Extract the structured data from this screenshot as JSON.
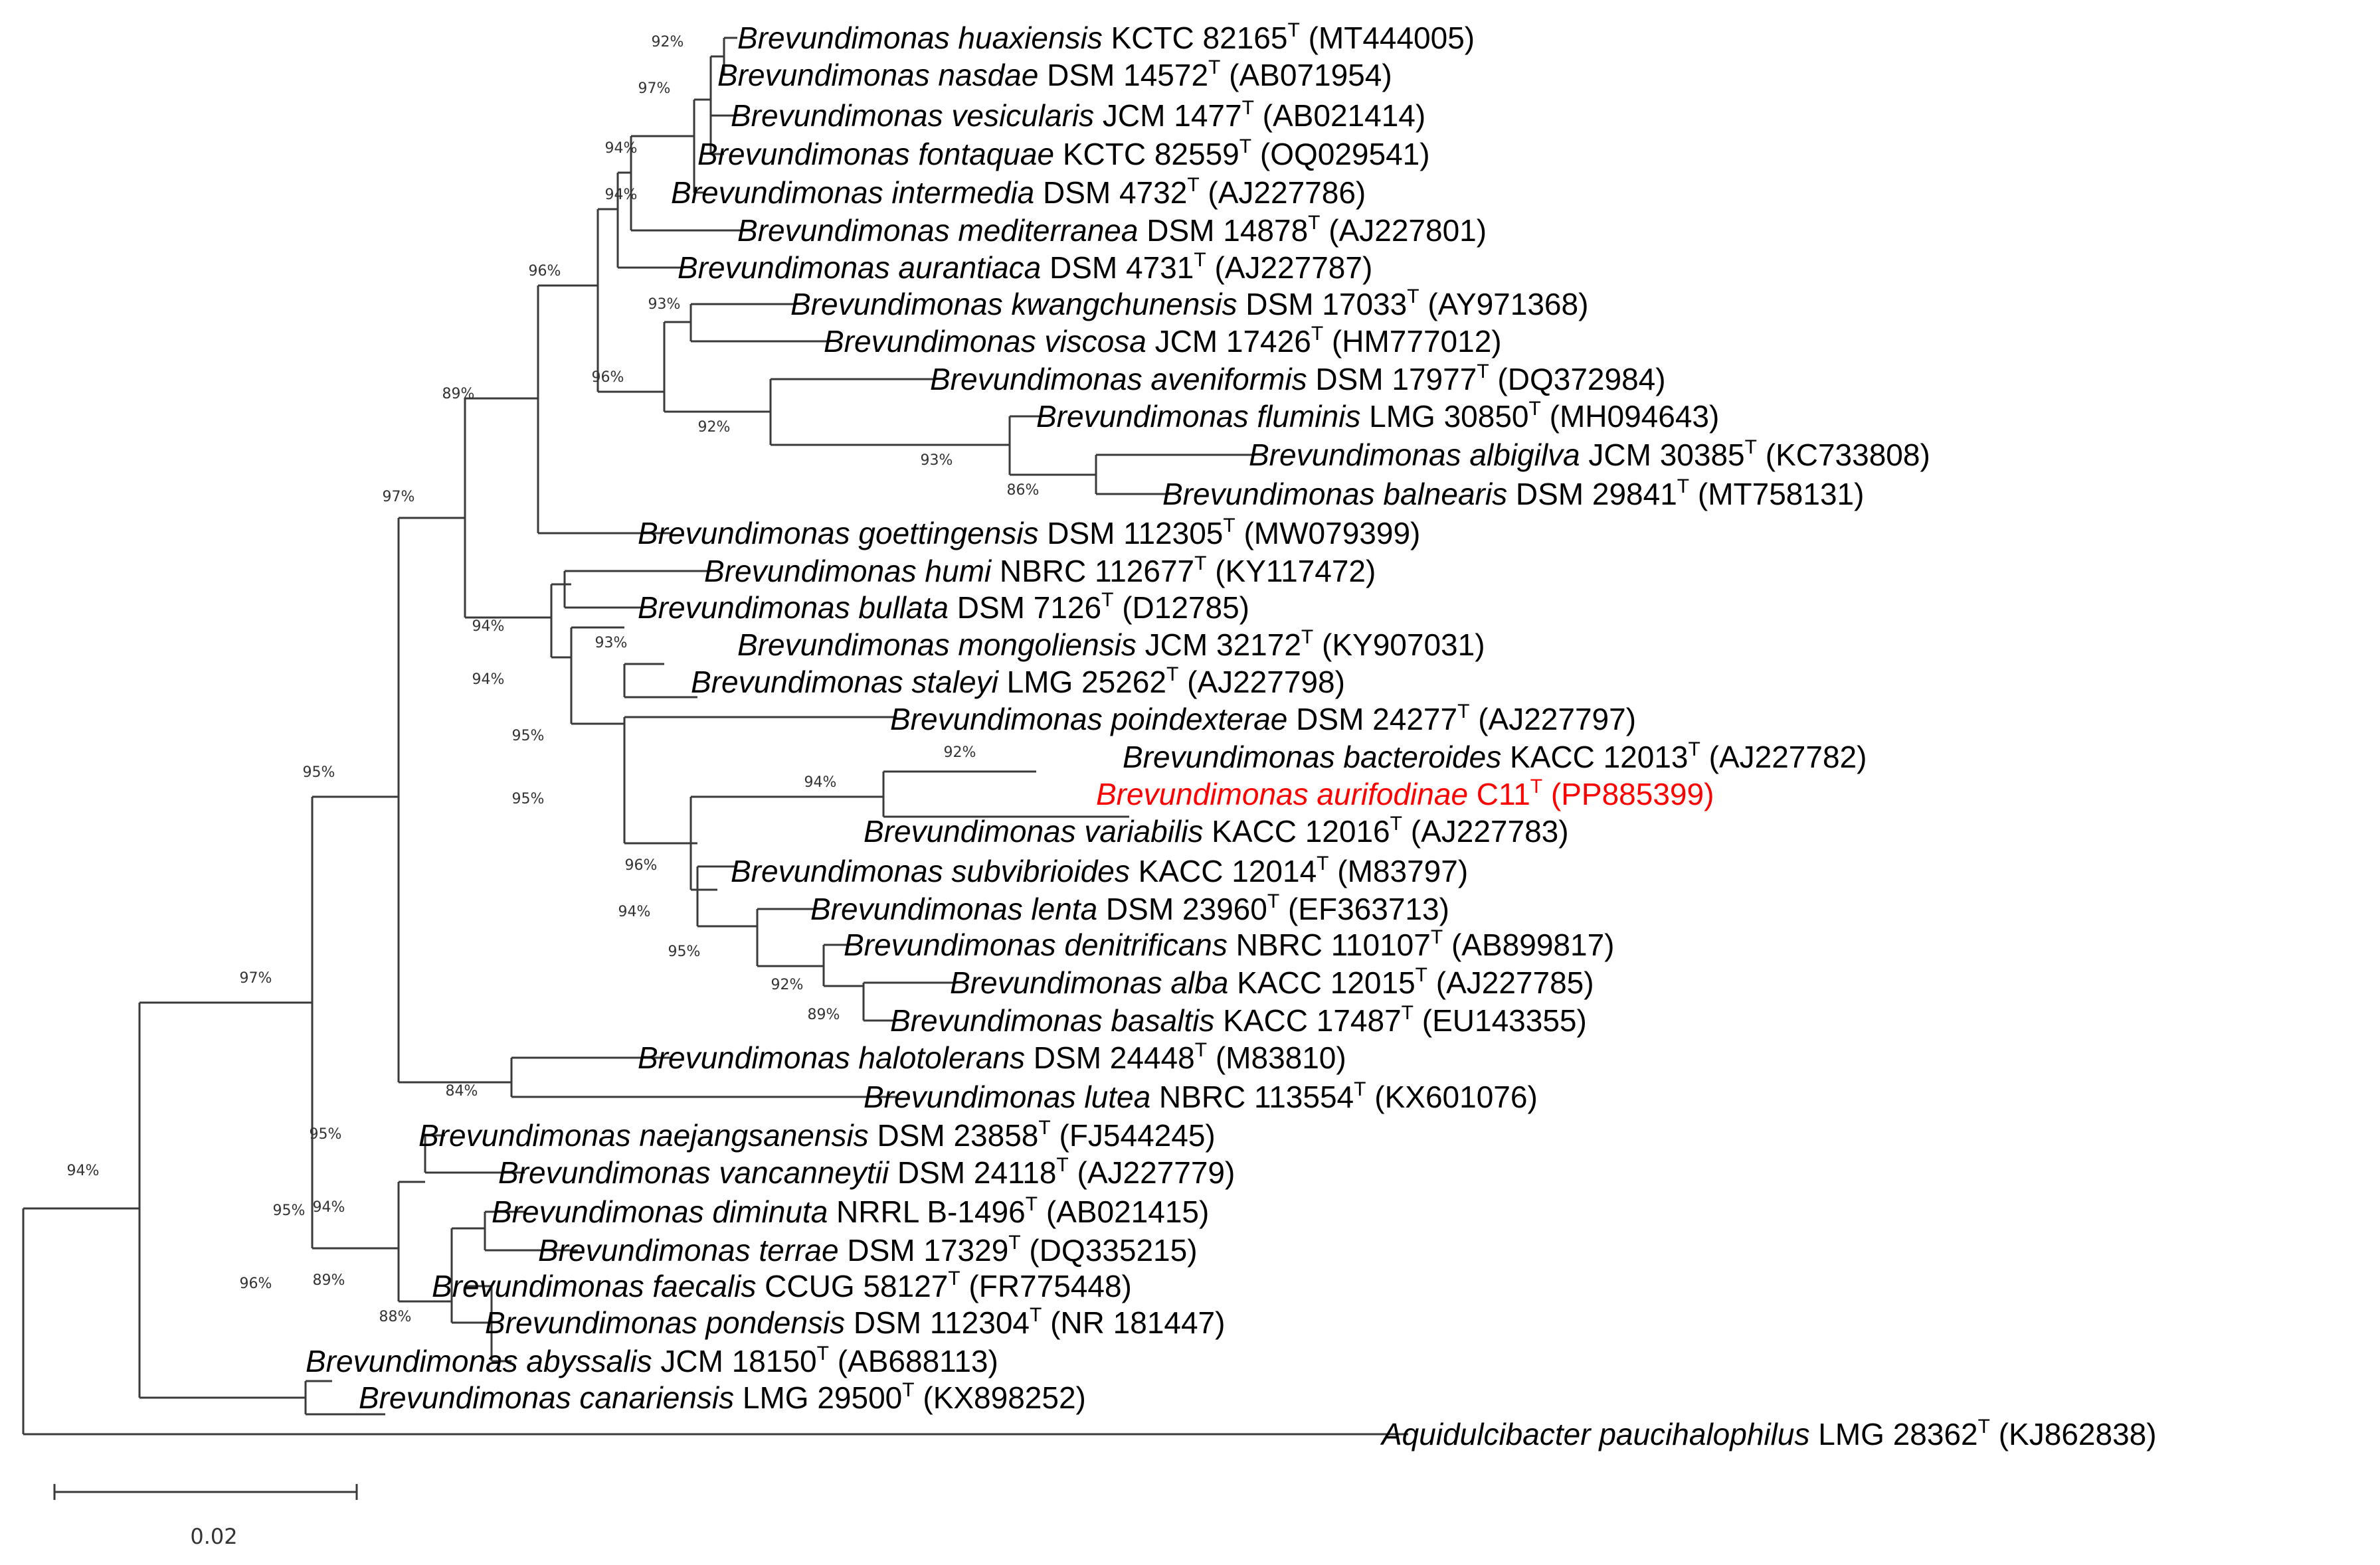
{
  "tree": {
    "taxa": [
      {
        "genus": "Brevundimonas",
        "species": "huaxiensis",
        "strain": "KCTC 82165",
        "type_mark": "T",
        "accession": "(MT444005)"
      },
      {
        "genus": "Brevundimonas",
        "species": "nasdae",
        "strain": "DSM 14572",
        "type_mark": "T",
        "accession": "(AB071954)"
      },
      {
        "genus": "Brevundimonas",
        "species": "vesicularis",
        "strain": "JCM 1477",
        "type_mark": "T",
        "accession": "(AB021414)"
      },
      {
        "genus": "Brevundimonas",
        "species": "fontaquae",
        "strain": "KCTC 82559",
        "type_mark": "T",
        "accession": "(OQ029541)"
      },
      {
        "genus": "Brevundimonas",
        "species": "intermedia",
        "strain": "DSM 4732",
        "type_mark": "T",
        "accession": "(AJ227786)"
      },
      {
        "genus": "Brevundimonas",
        "species": "mediterranea",
        "strain": "DSM 14878",
        "type_mark": "T",
        "accession": "(AJ227801)"
      },
      {
        "genus": "Brevundimonas",
        "species": "aurantiaca",
        "strain": "DSM 4731",
        "type_mark": "T",
        "accession": "(AJ227787)"
      },
      {
        "genus": "Brevundimonas",
        "species": "kwangchunensis",
        "strain": "DSM 17033",
        "type_mark": "T",
        "accession": "(AY971368)"
      },
      {
        "genus": "Brevundimonas",
        "species": "viscosa",
        "strain": "JCM 17426",
        "type_mark": "T",
        "accession": "(HM777012)"
      },
      {
        "genus": "Brevundimonas",
        "species": "aveniformis",
        "strain": "DSM 17977",
        "type_mark": "T",
        "accession": "(DQ372984)"
      },
      {
        "genus": "Brevundimonas",
        "species": "fluminis",
        "strain": "LMG 30850",
        "type_mark": "T",
        "accession": "(MH094643)"
      },
      {
        "genus": "Brevundimonas",
        "species": "albigilva",
        "strain": "JCM 30385",
        "type_mark": "T",
        "accession": "(KC733808)"
      },
      {
        "genus": "Brevundimonas",
        "species": "balnearis",
        "strain": "DSM 29841",
        "type_mark": "T",
        "accession": "(MT758131)"
      },
      {
        "genus": "Brevundimonas",
        "species": "goettingensis",
        "strain": "DSM 112305",
        "type_mark": "T",
        "accession": "(MW079399)"
      },
      {
        "genus": "Brevundimonas",
        "species": "humi",
        "strain": "NBRC 112677",
        "type_mark": "T",
        "accession": "(KY117472)"
      },
      {
        "genus": "Brevundimonas",
        "species": "bullata",
        "strain": "DSM 7126",
        "type_mark": "T",
        "accession": "(D12785)"
      },
      {
        "genus": "Brevundimonas",
        "species": "mongoliensis",
        "strain": "JCM 32172",
        "type_mark": "T",
        "accession": "(KY907031)"
      },
      {
        "genus": "Brevundimonas",
        "species": "staleyi",
        "strain": "LMG 25262",
        "type_mark": "T",
        "accession": "(AJ227798)"
      },
      {
        "genus": "Brevundimonas",
        "species": "poindexterae",
        "strain": "DSM 24277",
        "type_mark": "T",
        "accession": "(AJ227797)"
      },
      {
        "genus": "Brevundimonas",
        "species": "bacteroides",
        "strain": "KACC 12013",
        "type_mark": "T",
        "accession": "(AJ227782)"
      },
      {
        "genus": "Brevundimonas",
        "species": "aurifodinae",
        "strain": "C11",
        "type_mark": "T",
        "accession": "(PP885399)",
        "highlight": "#ff0000"
      },
      {
        "genus": "Brevundimonas",
        "species": "variabilis",
        "strain": "KACC 12016",
        "type_mark": "T",
        "accession": "(AJ227783)"
      },
      {
        "genus": "Brevundimonas",
        "species": "subvibrioides",
        "strain": "KACC 12014",
        "type_mark": "T",
        "accession": "(M83797)"
      },
      {
        "genus": "Brevundimonas",
        "species": "lenta",
        "strain": "DSM 23960",
        "type_mark": "T",
        "accession": "(EF363713)"
      },
      {
        "genus": "Brevundimonas",
        "species": "denitrificans",
        "strain": "NBRC 110107",
        "type_mark": "T",
        "accession": "(AB899817)"
      },
      {
        "genus": "Brevundimonas",
        "species": "alba",
        "strain": "KACC 12015",
        "type_mark": "T",
        "accession": "(AJ227785)"
      },
      {
        "genus": "Brevundimonas",
        "species": "basaltis",
        "strain": "KACC 17487",
        "type_mark": "T",
        "accession": "(EU143355)"
      },
      {
        "genus": "Brevundimonas",
        "species": "halotolerans",
        "strain": "DSM 24448",
        "type_mark": "T",
        "accession": "(M83810)"
      },
      {
        "genus": "Brevundimonas",
        "species": "lutea",
        "strain": "NBRC 113554",
        "type_mark": "T",
        "accession": "(KX601076)"
      },
      {
        "genus": "Brevundimonas",
        "species": "naejangsanensis",
        "strain": "DSM 23858",
        "type_mark": "T",
        "accession": "(FJ544245)"
      },
      {
        "genus": "Brevundimonas",
        "species": "vancanneytii",
        "strain": "DSM 24118",
        "type_mark": "T",
        "accession": "(AJ227779)"
      },
      {
        "genus": "Brevundimonas",
        "species": "diminuta",
        "strain": "NRRL B-1496",
        "type_mark": "T",
        "accession": "(AB021415)"
      },
      {
        "genus": "Brevundimonas",
        "species": "terrae",
        "strain": "DSM 17329",
        "type_mark": "T",
        "accession": "(DQ335215)"
      },
      {
        "genus": "Brevundimonas",
        "species": "faecalis",
        "strain": "CCUG 58127",
        "type_mark": "T",
        "accession": "(FR775448)"
      },
      {
        "genus": "Brevundimonas",
        "species": "pondensis",
        "strain": "DSM 112304",
        "type_mark": "T",
        "accession": "(NR 181447)"
      },
      {
        "genus": "Brevundimonas",
        "species": "abyssalis",
        "strain": "JCM 18150",
        "type_mark": "T",
        "accession": "(AB688113)"
      },
      {
        "genus": "Brevundimonas",
        "species": "canariensis",
        "strain": "LMG 29500",
        "type_mark": "T",
        "accession": "(KX898252)"
      },
      {
        "genus": "Aquidulcibacter",
        "species": "paucihalophilus",
        "strain": "LMG 28362",
        "type_mark": "T",
        "accession": "(KJ862838)"
      }
    ],
    "bootstrap_values": [
      "92%",
      "97%",
      "94%",
      "94%",
      "96%",
      "93%",
      "96%",
      "92%",
      "93%",
      "86%",
      "89%",
      "97%",
      "94%",
      "94%",
      "93%",
      "95%",
      "95%",
      "92%",
      "94%",
      "96%",
      "94%",
      "95%",
      "92%",
      "89%",
      "95%",
      "97%",
      "84%",
      "95%",
      "95%",
      "94%",
      "89%",
      "88%",
      "96%",
      "94%"
    ],
    "scale_bar": {
      "label": "0.02"
    },
    "colors": {
      "line": "#3a3a3a",
      "text": "#000000",
      "bootstrap": "#333333",
      "highlight": "#ff0000"
    }
  }
}
